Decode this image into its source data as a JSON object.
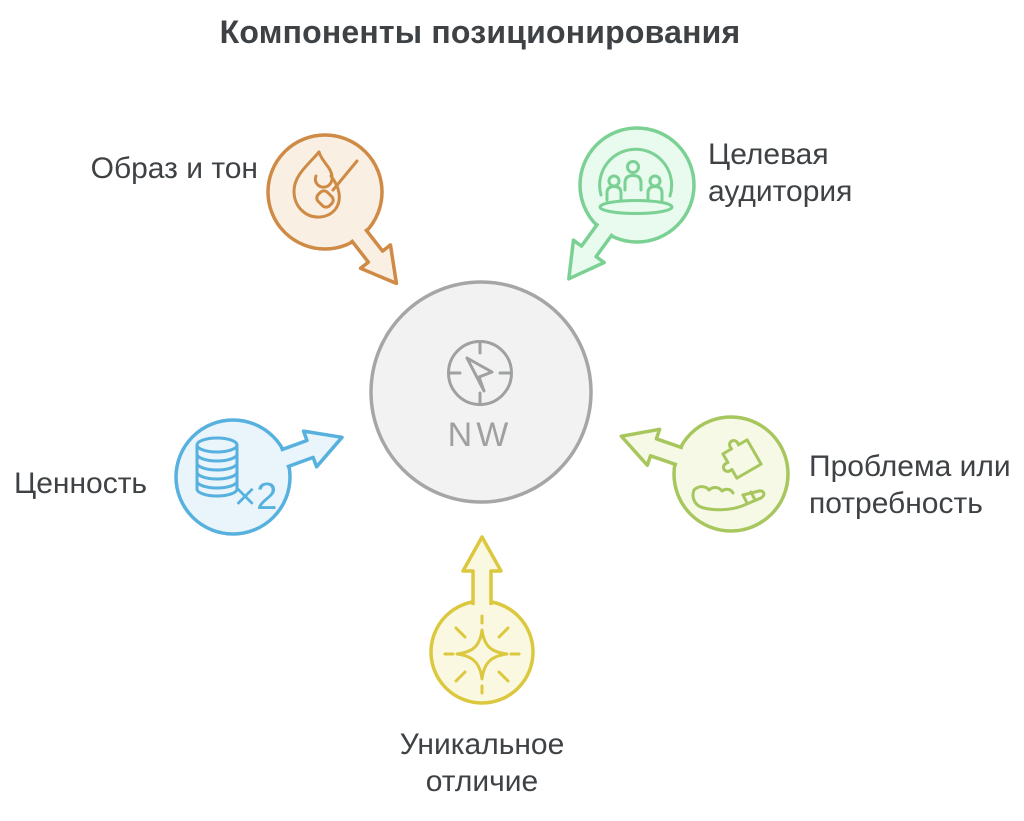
{
  "title": "Компоненты позиционирования",
  "text_color": "#3E4245",
  "center": {
    "icon": "compass-icon",
    "direction_label": "NW",
    "stroke_color": "#A6A6A6",
    "icon_color": "#9FA0A0",
    "fill_color": "#F2F2F2"
  },
  "nodes": [
    {
      "id": "image-tone",
      "label": "Образ и тон",
      "icon": "match-flame-icon",
      "stroke_color": "#CF8A45",
      "fill_color": "#F9F0E3"
    },
    {
      "id": "target-audience",
      "label": "Целевая\nаудитория",
      "icon": "audience-icon",
      "stroke_color": "#7BD193",
      "fill_color": "#E9FAEF"
    },
    {
      "id": "value",
      "label": "Ценность",
      "icon": "coin-stack-icon",
      "badge": "×2",
      "stroke_color": "#57B1DF",
      "fill_color": "#E9F4FB"
    },
    {
      "id": "problem-need",
      "label": "Проблема или\nпотребность",
      "icon": "hand-puzzle-icon",
      "stroke_color": "#A7C75E",
      "fill_color": "#F5F9E6"
    },
    {
      "id": "unique-difference",
      "label": "Уникальное\nотличие",
      "icon": "sparkle-icon",
      "stroke_color": "#DBC83E",
      "fill_color": "#FBF8E1"
    }
  ]
}
